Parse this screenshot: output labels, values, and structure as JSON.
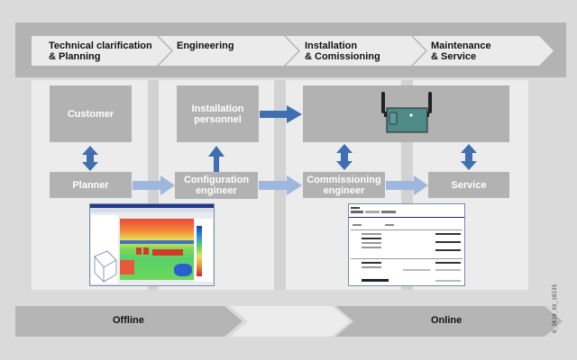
{
  "phases": [
    {
      "line1": "Technical clarification",
      "line2": "& Planning"
    },
    {
      "line1": "Engineering",
      "line2": ""
    },
    {
      "line1": "Installation",
      "line2": "& Comissioning"
    },
    {
      "line1": "Maintenance",
      "line2": "& Service"
    }
  ],
  "roles": {
    "customer": "Customer",
    "planner": "Planner",
    "installation_personnel": [
      "Installation",
      "personnel"
    ],
    "configuration_engineer": [
      "Configuration",
      "engineer"
    ],
    "commissioning_engineer": [
      "Commissioning",
      "engineer"
    ],
    "service": "Service"
  },
  "device": {
    "icon": "router-device-icon"
  },
  "screenshots": {
    "engineering_tool": "heatmap-software-screenshot",
    "commissioning_tool": "table-software-screenshot"
  },
  "modes": {
    "offline": "Offline",
    "online": "Online"
  },
  "figure_code": "G_IK10_XX_10135",
  "colors": {
    "dark_arrow": "#3f6fb0",
    "light_arrow": "#9fb6dd",
    "box": "#b2b2b2",
    "device": "#4f8a85"
  }
}
